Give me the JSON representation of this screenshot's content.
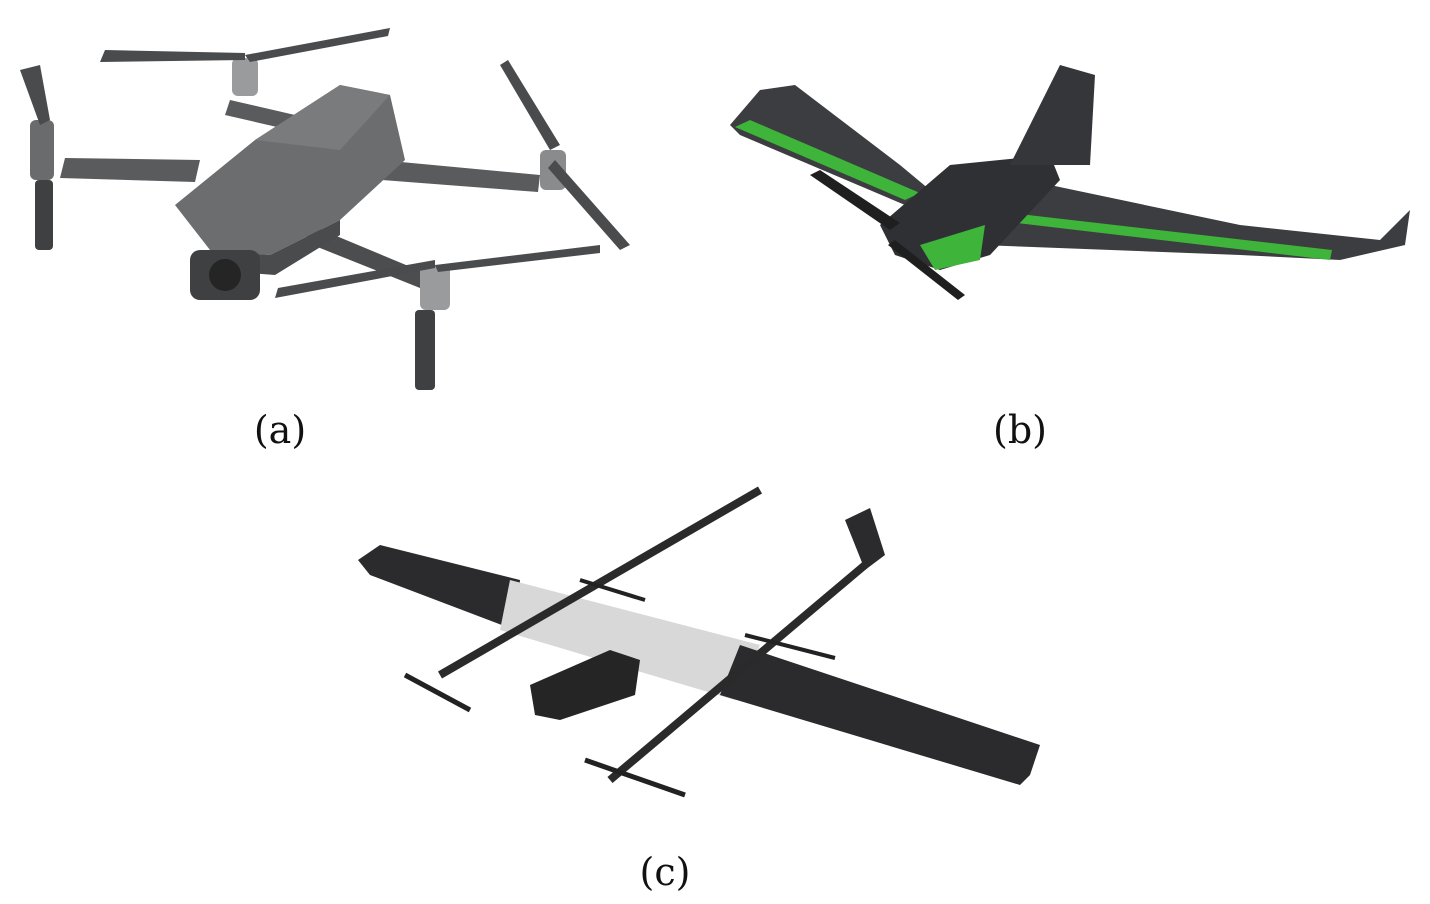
{
  "panels": [
    {
      "id": "a",
      "label": "(a)",
      "subject": "quadcopter-drone"
    },
    {
      "id": "b",
      "label": "(b)",
      "subject": "flying-wing-drone"
    },
    {
      "id": "c",
      "label": "(c)",
      "subject": "vtol-fixed-wing-drone"
    }
  ],
  "colors": {
    "background": "#ffffff",
    "quad_body": "#6c6d6f",
    "quad_dark": "#3f4042",
    "wing_body": "#3c3d40",
    "wing_accent": "#3fb43a",
    "vtol_wing": "#2b2b2d",
    "vtol_center": "#d8d8d8"
  }
}
